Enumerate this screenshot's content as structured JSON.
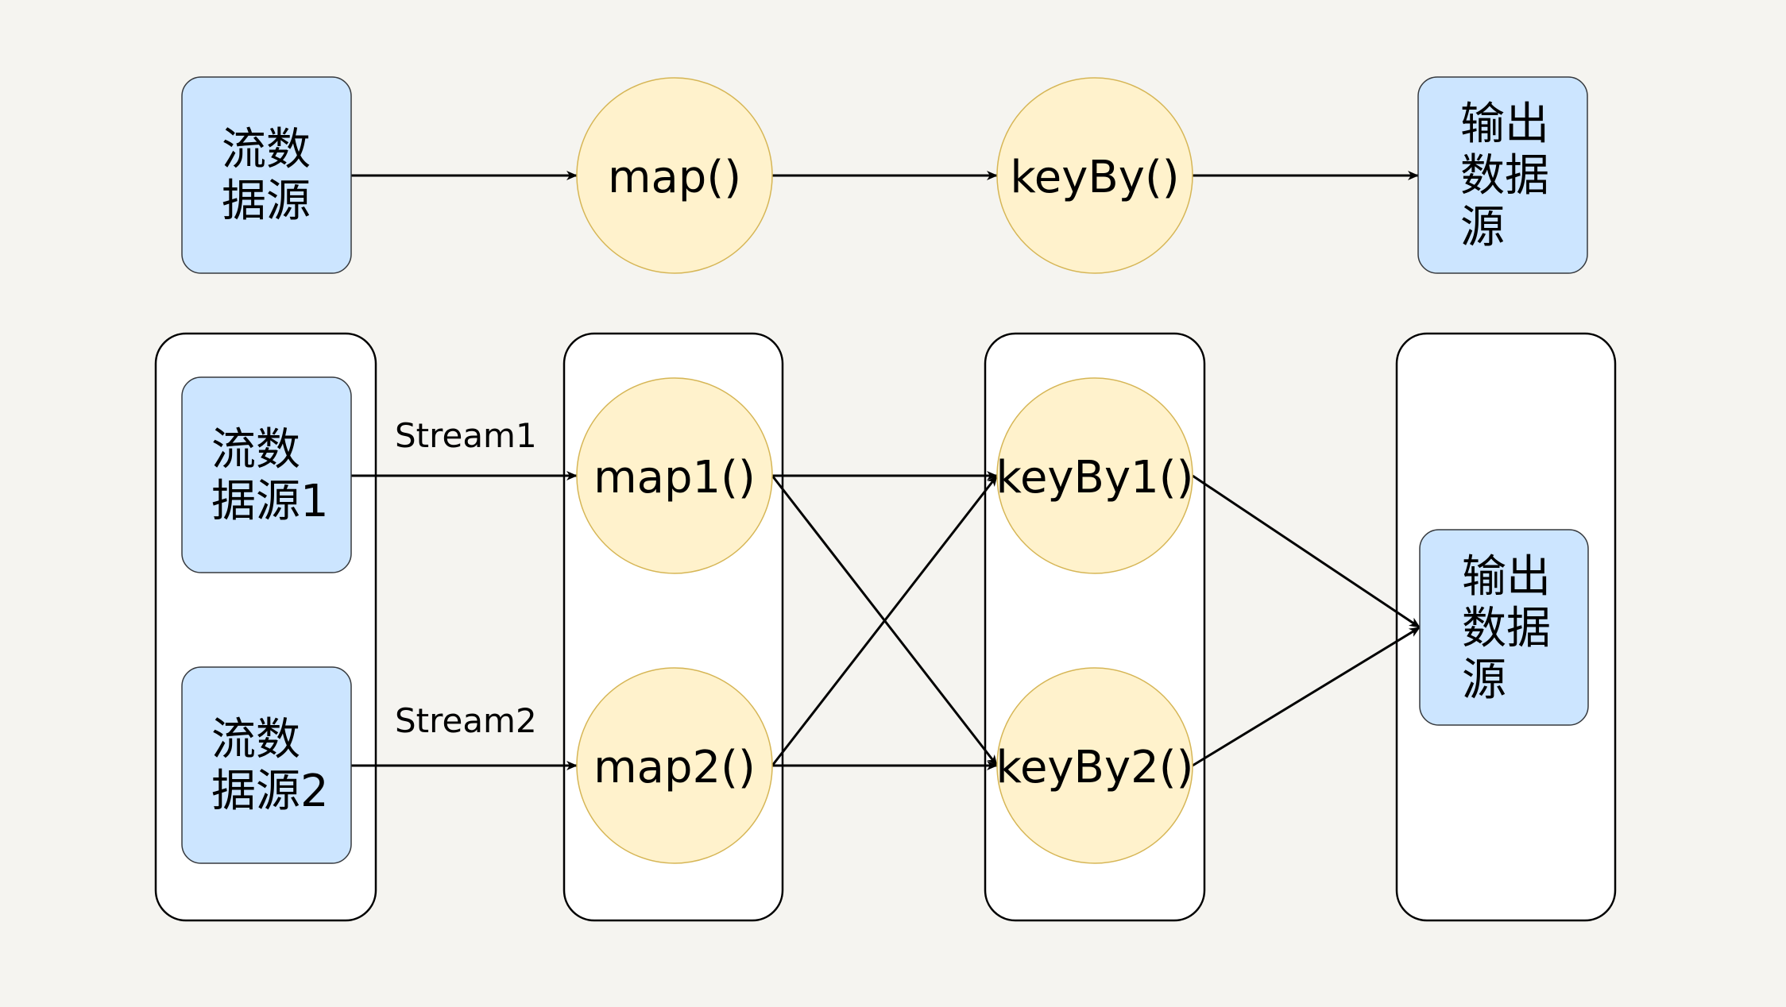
{
  "colors": {
    "background": "#f5f4f0",
    "source_fill": "#cce5ff",
    "operator_fill": "#fff2cc",
    "operator_stroke": "#d6b656",
    "container_fill": "#ffffff"
  },
  "top_row": {
    "source": [
      "流数",
      "据源"
    ],
    "map": "map()",
    "keyby": "keyBy()",
    "sink": [
      "输出",
      "数据",
      "源"
    ]
  },
  "bottom_row": {
    "source1": [
      "流数",
      "据源1"
    ],
    "source2": [
      "流数",
      "据源2"
    ],
    "stream1_label": "Stream1",
    "stream2_label": "Stream2",
    "map1": "map1()",
    "map2": "map2()",
    "keyby1": "keyBy1()",
    "keyby2": "keyBy2()",
    "sink": [
      "输出",
      "数据",
      "源"
    ]
  },
  "edges": [
    [
      "src",
      "map"
    ],
    [
      "map",
      "key"
    ],
    [
      "key",
      "sink"
    ],
    [
      "src1",
      "map1"
    ],
    [
      "src2",
      "map2"
    ],
    [
      "map1",
      "key1"
    ],
    [
      "map1",
      "key2"
    ],
    [
      "map2",
      "key1"
    ],
    [
      "map2",
      "key2"
    ],
    [
      "key1",
      "sink2"
    ],
    [
      "key2",
      "sink2"
    ]
  ]
}
